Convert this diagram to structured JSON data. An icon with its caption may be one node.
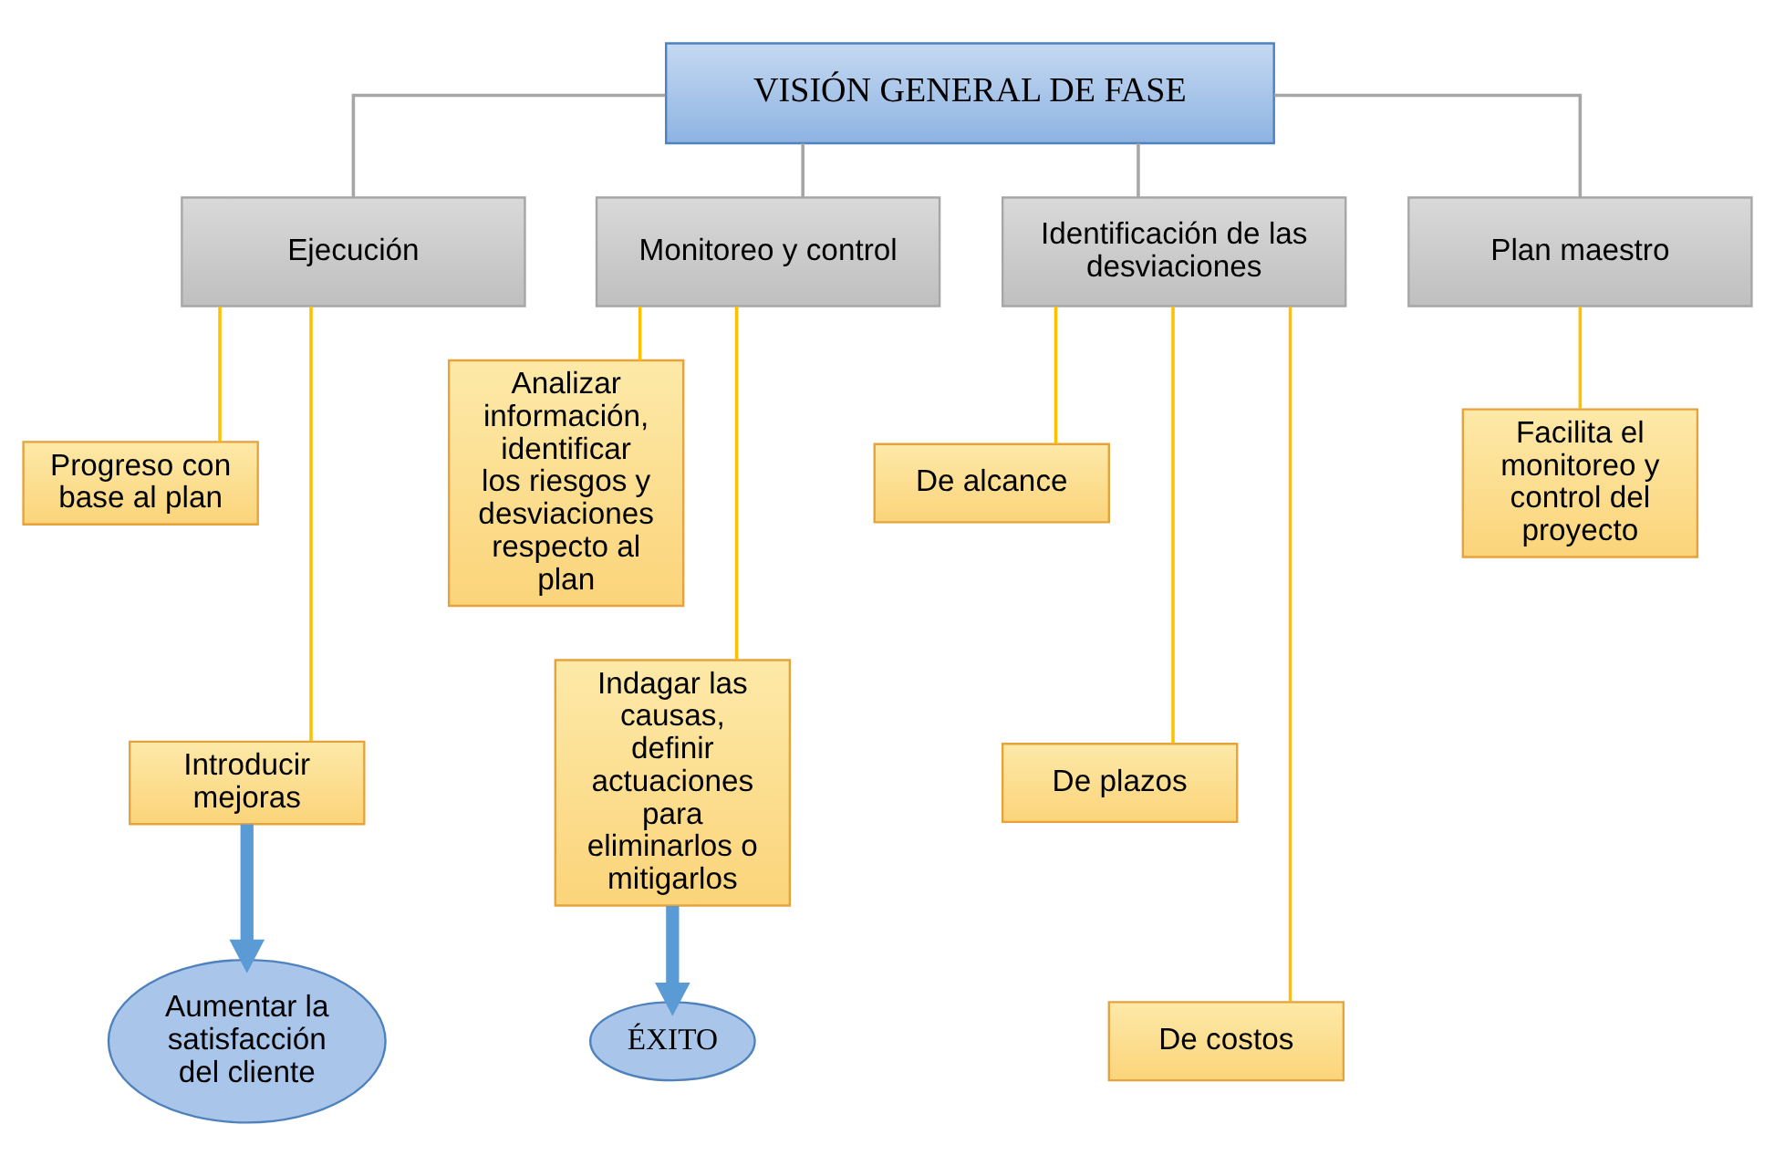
{
  "diagram": {
    "nodes": [
      {
        "text": [
          "VISIÓN GENERAL DE FASE"
        ]
      },
      {
        "text": [
          "Ejecución"
        ]
      },
      {
        "text": [
          "Monitoreo y control"
        ]
      },
      {
        "text": [
          "Identificación de las desviaciones"
        ]
      },
      {
        "text": [
          "Plan maestro"
        ]
      },
      {
        "text": [
          "Progreso con base al plan"
        ]
      },
      {
        "text": [
          "Introducir mejoras"
        ]
      },
      {
        "text": [
          "Aumentar la satisfacción del cliente"
        ]
      },
      {
        "text": [
          "Analizar información, identificar los riesgos y desviaciones respecto al plan"
        ]
      },
      {
        "text": [
          "Indagar las causas, definir actuaciones para eliminarlos o mitigarlos"
        ]
      },
      {
        "text": [
          "ÉXITO"
        ]
      },
      {
        "text": [
          "De alcance"
        ]
      },
      {
        "text": [
          "De plazos"
        ]
      },
      {
        "text": [
          "De costos"
        ]
      },
      {
        "text": [
          "Facilita el monitoreo y control del proyecto"
        ]
      }
    ],
    "edges": [
      {
        "from": 0,
        "to": 1,
        "arrow": "none",
        "color": "#a6a6a6"
      },
      {
        "from": 0,
        "to": 2,
        "arrow": "none",
        "color": "#a6a6a6"
      },
      {
        "from": 0,
        "to": 3,
        "arrow": "none",
        "color": "#a6a6a6"
      },
      {
        "from": 0,
        "to": 4,
        "arrow": "none",
        "color": "#a6a6a6"
      },
      {
        "from": 1,
        "to": 5,
        "arrow": "none"
      },
      {
        "from": 1,
        "to": 6,
        "arrow": "none"
      },
      {
        "from": 6,
        "to": 7,
        "arrow": "to",
        "style": "thick",
        "color": "#5b9bd5"
      },
      {
        "from": 2,
        "to": 8,
        "arrow": "none"
      },
      {
        "from": 2,
        "to": 9,
        "arrow": "none"
      },
      {
        "from": 9,
        "to": 10,
        "arrow": "to",
        "style": "thick",
        "color": "#5b9bd5"
      },
      {
        "from": 3,
        "to": 11,
        "arrow": "none"
      },
      {
        "from": 3,
        "to": 12,
        "arrow": "none"
      },
      {
        "from": 3,
        "to": 13,
        "arrow": "none"
      },
      {
        "from": 4,
        "to": 14,
        "arrow": "none"
      }
    ]
  }
}
